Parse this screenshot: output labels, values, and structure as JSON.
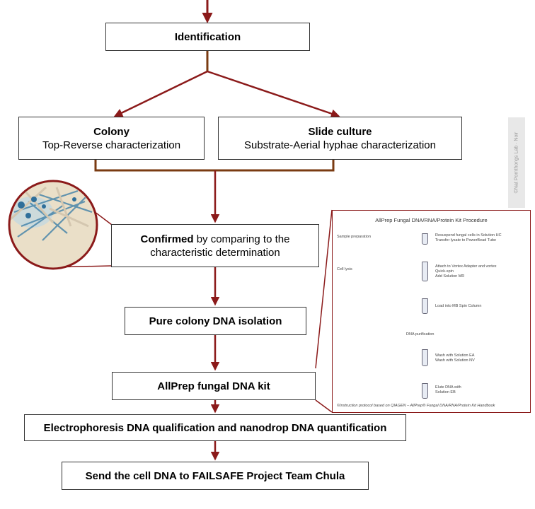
{
  "boxes": {
    "identification": "Identification",
    "colony_title": "Colony",
    "colony_sub": "Top-Reverse characterization",
    "slide_title": "Slide culture",
    "slide_sub": "Substrate-Aerial hyphae characterization",
    "confirmed_bold": "Confirmed",
    "confirmed_rest": " by comparing to the characteristic determination",
    "pure_colony": "Pure colony DNA isolation",
    "allprep": "AllPrep fungal DNA kit",
    "electrophoresis": "Electrophoresis DNA qualification and nanodrop DNA quantification",
    "send": "Send the cell DNA to FAILSAFE Project Team Chula"
  },
  "inset": {
    "title": "AllPrep Fungal DNA/RNA/Protein Kit Procedure",
    "sections": [
      "Sample preparation",
      "Cell lysis",
      "DNA purification"
    ],
    "steps": [
      "Resuspend fungal cells in Solution HC",
      "Transfer lysate to PowerBead Tube",
      "Attach to Vortex Adapter and vortex",
      "Quick-spin",
      "Add Solution MR",
      "Load into MB Spin Column",
      "Wash with Solution EA",
      "Wash with Solution NV",
      "Elute DNA with",
      "Solution EB"
    ],
    "credit": "©Instruction protocol based on QIAGEN – AllPrep® Fungal DNA/RNA/Protein Kit Handbook"
  },
  "watermark": "©Nat Pornthongs Lab · Noir",
  "colors": {
    "arrow_red": "#8b1a1a",
    "bracket_brown": "#7a3b12"
  }
}
